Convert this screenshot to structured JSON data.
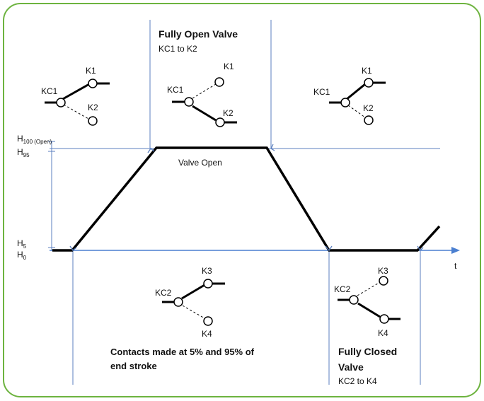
{
  "colors": {
    "frame": "#6db33f",
    "guide": "#5b7fbf",
    "axis": "#4a7fd0",
    "curve": "#000000"
  },
  "y_labels": {
    "h100_main": "H",
    "h100_sub": "100 (Open)",
    "h95_main": "H",
    "h95_sub": "95",
    "h5_main": "H",
    "h5_sub": "5",
    "h0_main": "H",
    "h0_sub": "0"
  },
  "x_axis_label": "t",
  "plateau_label": "Valve Open",
  "fully_open": {
    "title": "Fully Open Valve",
    "subtitle": "KC1 to K2"
  },
  "fully_closed": {
    "title_line1": "Fully Closed",
    "title_line2": "Valve",
    "subtitle": "KC2 to K4"
  },
  "contacts_note": {
    "line1": "Contacts made at 5% and 95% of",
    "line2": "end stroke"
  },
  "switches": {
    "top_left": {
      "common": "KC1",
      "upper": "K1",
      "lower": "K2"
    },
    "top_middle": {
      "common": "KC1",
      "upper": "K1",
      "lower": "K2"
    },
    "top_right": {
      "common": "KC1",
      "upper": "K1",
      "lower": "K2"
    },
    "bottom_middle": {
      "common": "KC2",
      "upper": "K3",
      "lower": "K4"
    },
    "bottom_right": {
      "common": "KC2",
      "upper": "K3",
      "lower": "K4"
    }
  }
}
